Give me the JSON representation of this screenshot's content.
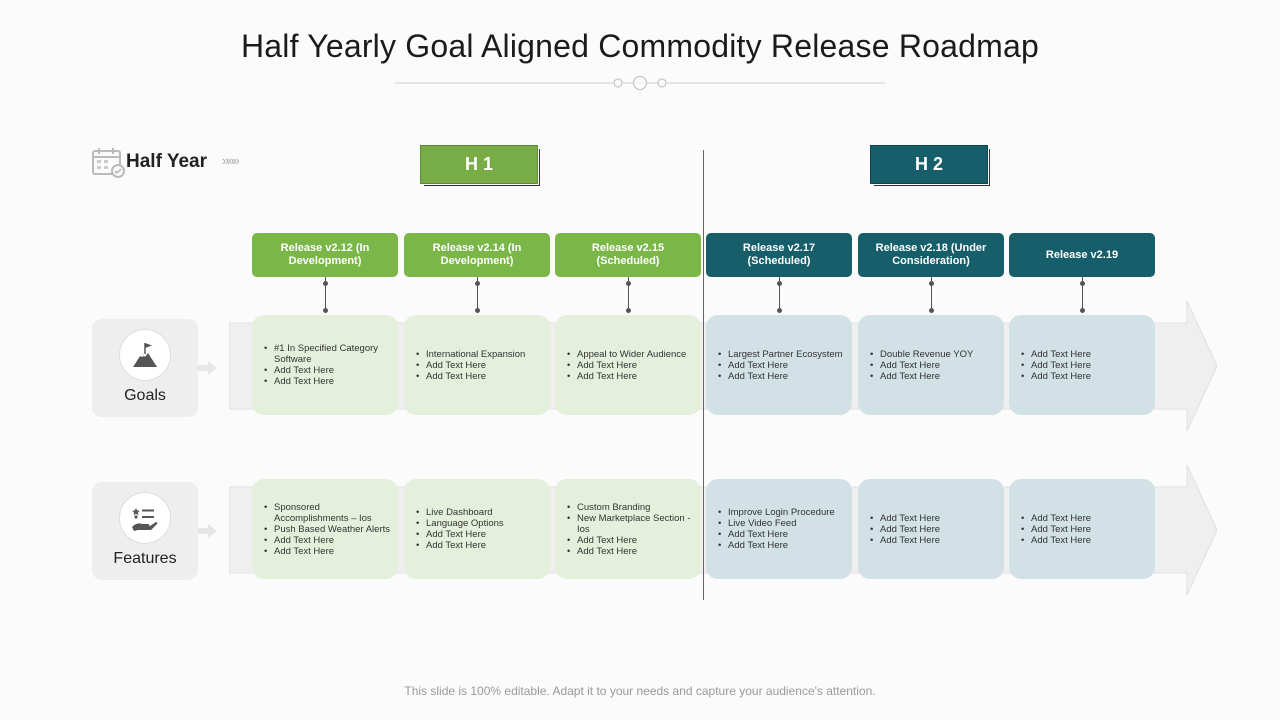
{
  "slide": {
    "title": "Half Yearly Goal Aligned Commodity Release Roadmap",
    "half_year_label": "Half Year",
    "half_year_chevrons": "»»»",
    "footnote": "This slide is 100% editable. Adapt it to your needs and capture your audience's attention."
  },
  "halves": [
    {
      "label": "H 1",
      "color": "#78ac46"
    },
    {
      "label": "H 2",
      "color": "#155e6a"
    }
  ],
  "colors": {
    "green": "#7ab648",
    "teal": "#155e6a",
    "green_light": "#e5f0dc",
    "teal_light": "#d1e1e5"
  },
  "releases": [
    {
      "label": "Release v2.12 (In Development)"
    },
    {
      "label": "Release v2.14 (In Development)"
    },
    {
      "label": "Release v2.15 (Scheduled)"
    },
    {
      "label": "Release v2.17 (Scheduled)"
    },
    {
      "label": "Release v2.18 (Under Consideration)"
    },
    {
      "label": "Release v2.19"
    }
  ],
  "rows": [
    {
      "label": "Goals",
      "icon": "mountain-flag-icon",
      "cells": [
        [
          "#1 In Specified Category Software",
          "Add Text Here",
          "Add Text Here"
        ],
        [
          "International Expansion",
          "Add Text Here",
          "Add Text Here"
        ],
        [
          "Appeal to Wider Audience",
          "Add Text Here",
          "Add Text Here"
        ],
        [
          "Largest Partner Ecosystem",
          "Add Text Here",
          "Add Text Here"
        ],
        [
          "Double Revenue YOY",
          "Add Text Here",
          "Add Text Here"
        ],
        [
          "Add Text Here",
          "Add Text Here",
          "Add Text Here"
        ]
      ]
    },
    {
      "label": "Features",
      "icon": "hand-list-icon",
      "cells": [
        [
          "Sponsored Accomplishments – Ios",
          "Push Based Weather Alerts",
          "Add Text Here",
          "Add Text Here"
        ],
        [
          "Live Dashboard",
          "Language Options",
          "Add Text Here",
          "Add Text Here"
        ],
        [
          "Custom Branding",
          "New Marketplace Section -Ios",
          "Add Text Here",
          "Add Text Here"
        ],
        [
          "Improve Login Procedure",
          "Live Video Feed",
          "Add Text Here",
          "Add Text Here"
        ],
        [
          "Add Text Here",
          "Add Text Here",
          "Add Text Here"
        ],
        [
          "Add Text Here",
          "Add Text Here",
          "Add Text Here"
        ]
      ]
    }
  ]
}
